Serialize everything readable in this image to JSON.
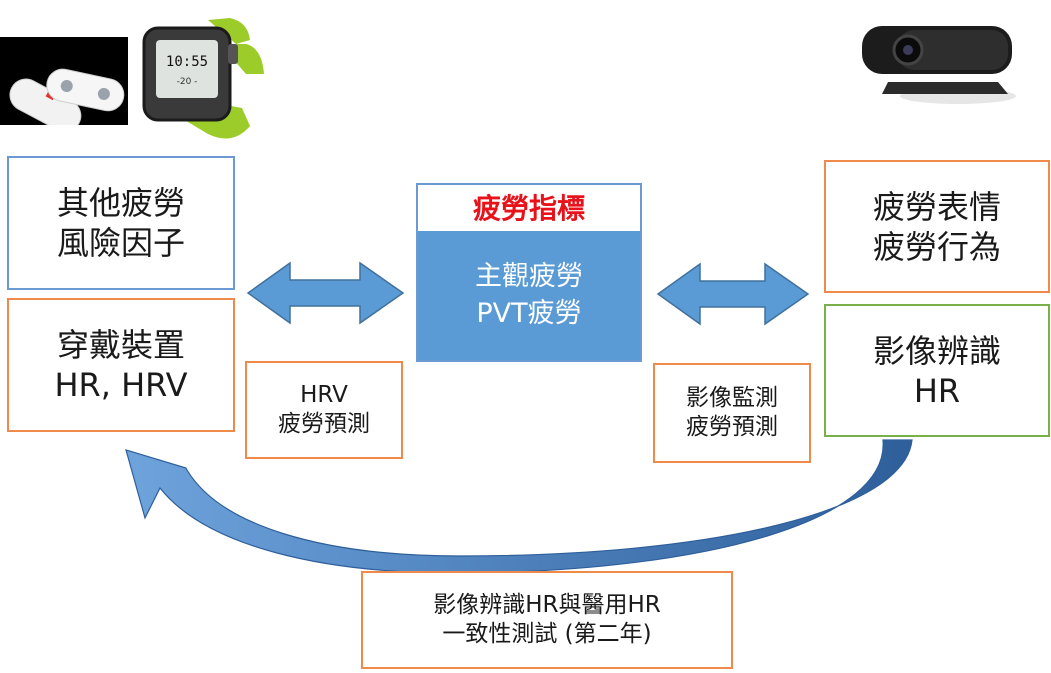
{
  "left_top_box": {
    "lines": [
      "其他疲勞",
      "風險因子"
    ]
  },
  "left_bottom_box": {
    "lines": [
      "穿戴裝置",
      "HR, HRV"
    ]
  },
  "center_box": {
    "header": "疲勞指標",
    "lines": [
      "主觀疲勞",
      "PVT疲勞"
    ]
  },
  "right_top_box": {
    "lines": [
      "疲勞表情",
      "疲勞行為"
    ]
  },
  "right_bottom_box": {
    "lines": [
      "影像辨識",
      "HR"
    ]
  },
  "left_label_box": {
    "lines": [
      "HRV",
      "疲勞預測"
    ]
  },
  "right_label_box": {
    "lines": [
      "影像監測",
      "疲勞預測"
    ]
  },
  "bottom_box": {
    "lines": [
      "影像辨識HR與醫用HR",
      "一致性測試 (第二年)"
    ]
  },
  "colors": {
    "header_red": "#e8121a",
    "center_fill": "#5b9bd5",
    "arrow_fill": "#5b9bd5",
    "orange": "#ee8a4a",
    "green": "#7ab04c",
    "blue": "#6b9ad3"
  },
  "images": [
    "wearable-sensor-patches",
    "smartwatch-device",
    "webcam-device"
  ]
}
